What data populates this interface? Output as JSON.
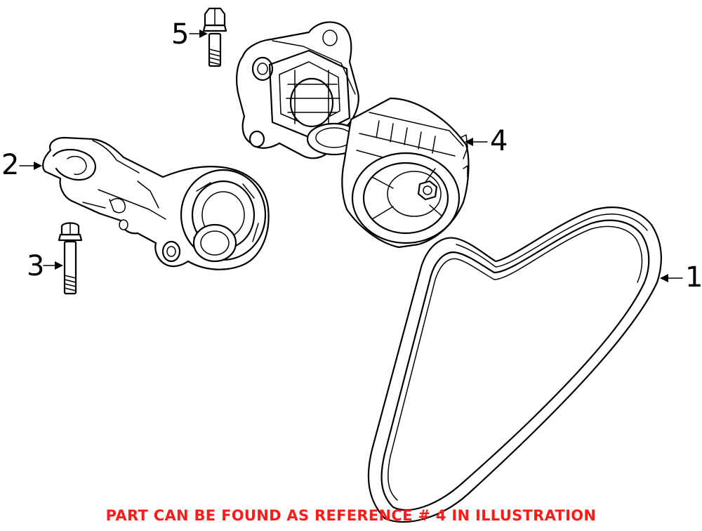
{
  "callouts": [
    {
      "id": "belt",
      "label": "1"
    },
    {
      "id": "tensioner-housing",
      "label": "2"
    },
    {
      "id": "bolt-lower",
      "label": "3"
    },
    {
      "id": "tensioner-assembly",
      "label": "4"
    },
    {
      "id": "bolt-upper",
      "label": "5"
    }
  ],
  "footer_note": "PART CAN BE FOUND AS REFERENCE # 4 IN ILLUSTRATION",
  "colors": {
    "line": "#000000",
    "background": "#ffffff",
    "note": "#ff1a1a"
  }
}
